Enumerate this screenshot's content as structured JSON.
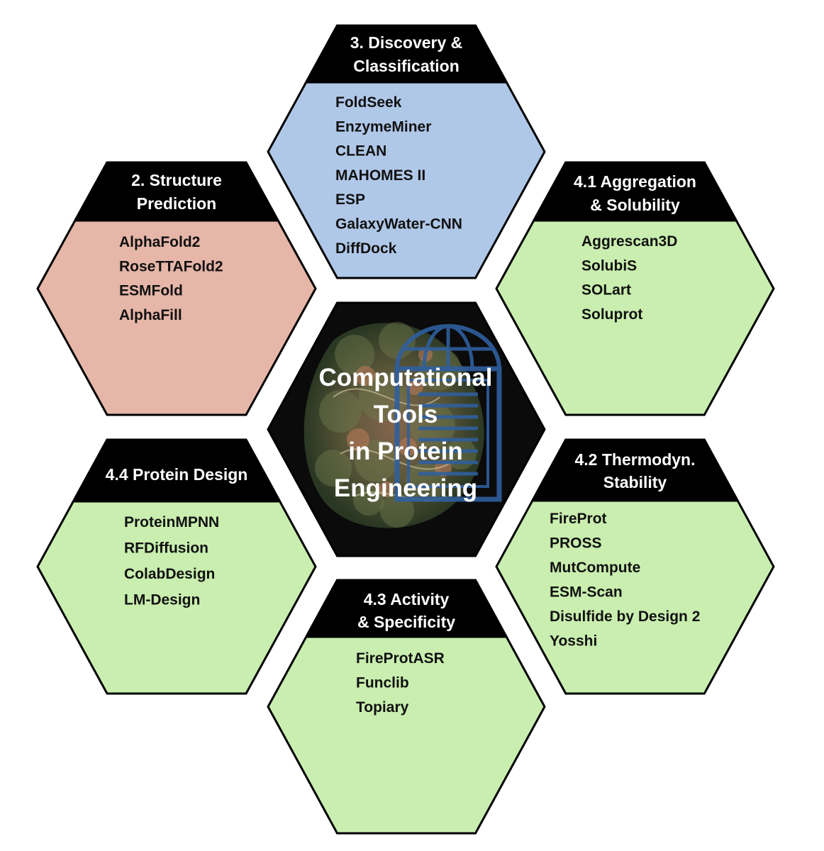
{
  "center": {
    "lines": [
      "Computational",
      "Tools",
      "in Protein",
      "Engineering"
    ],
    "fill": "#0b0b0b",
    "icon": "server-globe-icon",
    "icon_color": "#2f5f9e"
  },
  "hexagons": [
    {
      "id": "discovery",
      "title": [
        "3. Discovery &",
        "Classification"
      ],
      "fill": "#b0c8e8",
      "items": [
        "FoldSeek",
        "EnzymeMiner",
        "CLEAN",
        "MAHOMES II",
        "ESP",
        "GalaxyWater-CNN",
        "DiffDock"
      ]
    },
    {
      "id": "structure",
      "title": [
        "2. Structure",
        "Prediction"
      ],
      "fill": "#e6b6a8",
      "items": [
        "AlphaFold2",
        "RoseTTAFold2",
        "ESMFold",
        "AlphaFill"
      ]
    },
    {
      "id": "aggregation",
      "title": [
        "4.1 Aggregation",
        "& Solubility"
      ],
      "fill": "#c9eeaf",
      "items": [
        "Aggrescan3D",
        "SolubiS",
        "SOLart",
        "Soluprot"
      ]
    },
    {
      "id": "design",
      "title": [
        "4.4 Protein Design"
      ],
      "fill": "#c9eeaf",
      "items": [
        "ProteinMPNN",
        "RFDiffusion",
        "ColabDesign",
        "LM-Design"
      ]
    },
    {
      "id": "stability",
      "title": [
        "4.2 Thermodyn.",
        "Stability"
      ],
      "fill": "#c9eeaf",
      "items": [
        "FireProt",
        "PROSS",
        "MutCompute",
        "ESM-Scan",
        "Disulfide by Design 2",
        "Yosshi"
      ]
    },
    {
      "id": "activity",
      "title": [
        "4.3 Activity",
        "& Specificity"
      ],
      "fill": "#c9eeaf",
      "items": [
        "FireProtASR",
        "Funclib",
        "Topiary"
      ]
    }
  ]
}
